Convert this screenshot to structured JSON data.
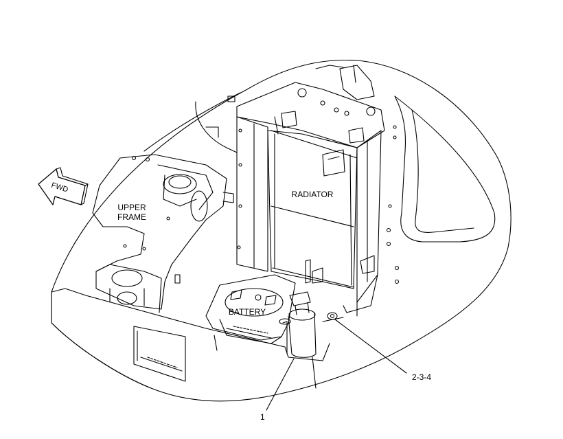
{
  "figure": {
    "labels": {
      "fwd": "FWD",
      "upper_frame_1": "UPPER",
      "upper_frame_2": "FRAME",
      "radiator": "RADIATOR",
      "battery": "BATTERY"
    },
    "callouts": {
      "part_1": "1",
      "part_2_3_4": "2-3-4"
    }
  }
}
